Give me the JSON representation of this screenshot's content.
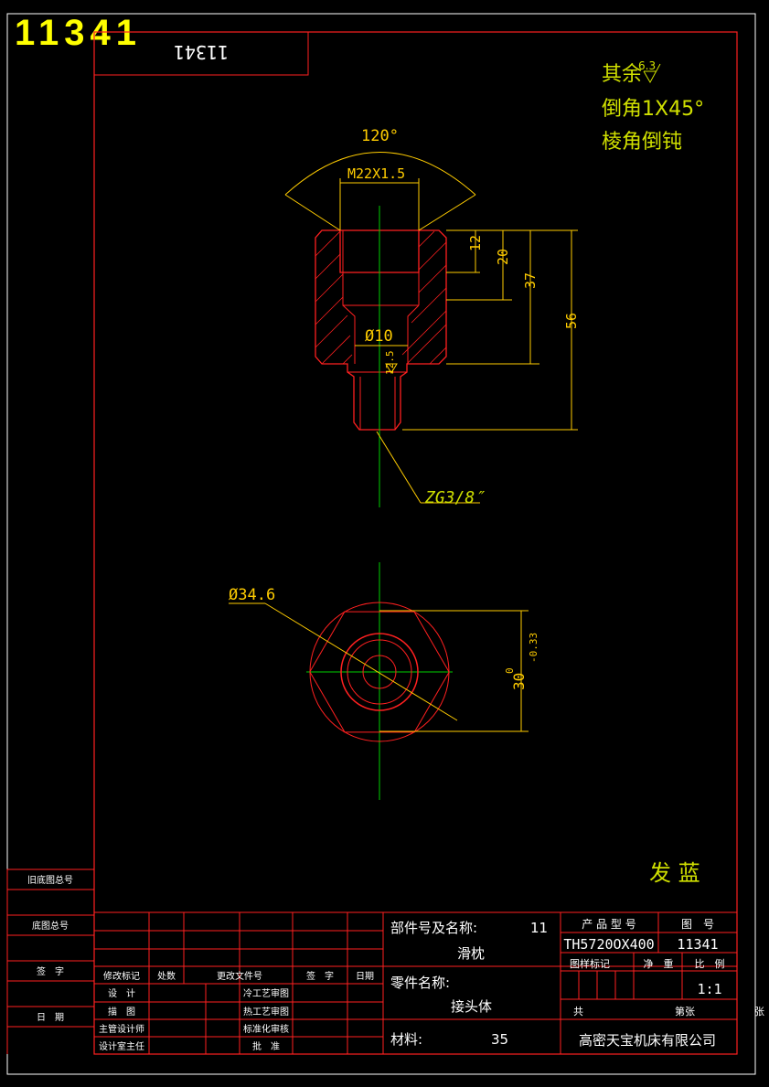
{
  "header": {
    "drawing_number_big": "11341",
    "drawing_number_mirrored": "11341"
  },
  "notes": {
    "surface_roughness_prefix": "其余",
    "surface_roughness_value": "6.3",
    "chamfer_note": "倒角1X45°",
    "edge_note": "棱角倒钝",
    "finish_note": "发 蓝"
  },
  "dimensions": {
    "angle": "120°",
    "thread": "M22X1.5",
    "d12": "12",
    "d20": "20",
    "d37": "37",
    "d56": "56",
    "bore": "Ø10",
    "bore_roughness": "12.5",
    "pipe_thread": "ZG3/8″",
    "across_corners": "Ø34.6",
    "across_flats": "30",
    "tol_upper": "0",
    "tol_lower": "-0.33"
  },
  "left_column": {
    "old_drawing_no": "旧底图总号",
    "base_drawing_no": "底图总号",
    "signature": "签　字",
    "date": "日　期"
  },
  "title_block": {
    "revision_mark": "修改标记",
    "count": "处数",
    "change_doc_no": "更改文件号",
    "sign": "签　字",
    "date": "日期",
    "design": "设　计",
    "draw": "描　图",
    "chief_designer": "主管设计师",
    "design_office_chief": "设计室主任",
    "process_cold": "冷工艺审图",
    "process_hot": "热工艺审图",
    "standardization": "标准化审核",
    "approve": "批　准",
    "component_label": "部件号及名称:",
    "component_no": "11",
    "component_name": "滑枕",
    "part_label": "零件名称:",
    "part_name": "接头体",
    "material_label": "材料:",
    "material_value": "35",
    "product_model_label": "产 品 型 号",
    "drawing_no_label": "图　号",
    "product_model": "TH5720OX400",
    "drawing_no": "11341",
    "sample_mark": "图样标记",
    "net_weight": "净　重",
    "scale_label": "比　例",
    "scale_value": "1:1",
    "total_sheets": "共",
    "sheet_no": "第张",
    "sheet_suffix": "张",
    "company": "高密天宝机床有限公司"
  }
}
